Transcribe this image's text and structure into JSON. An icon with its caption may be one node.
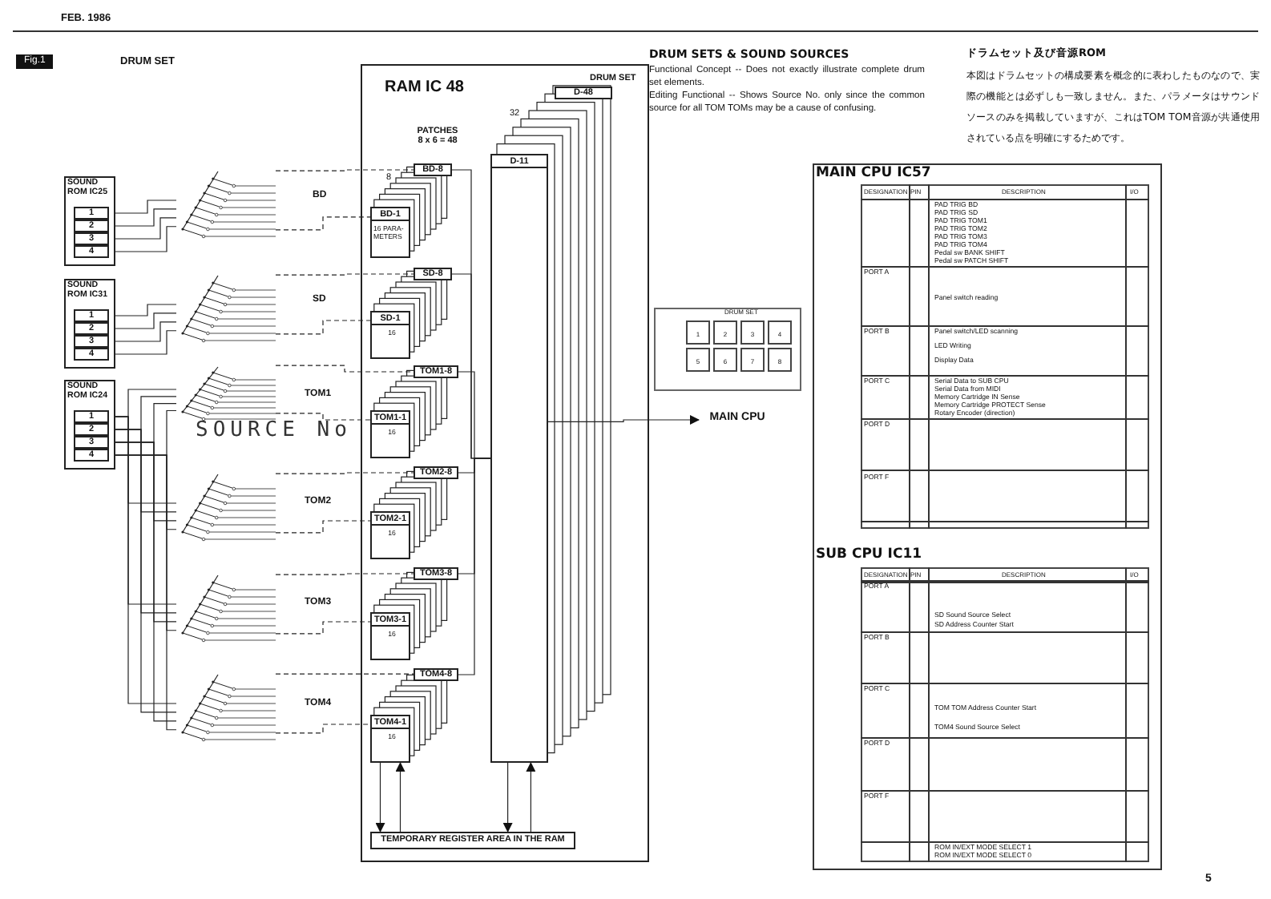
{
  "diagram": {
    "nodes": [
      {
        "text": [
          "SOUND ROM IC25"
        ]
      },
      {
        "text": [
          "1"
        ],
        "in": 0
      },
      {
        "text": [
          "2"
        ],
        "in": 0
      },
      {
        "text": [
          "3"
        ],
        "in": 0
      },
      {
        "text": [
          "4"
        ],
        "in": 0
      },
      {
        "text": [
          "SOUND ROM IC31"
        ]
      },
      {
        "text": [
          "1"
        ],
        "in": 5
      },
      {
        "text": [
          "2"
        ],
        "in": 5
      },
      {
        "text": [
          "3"
        ],
        "in": 5
      },
      {
        "text": [
          "4"
        ],
        "in": 5
      },
      {
        "text": [
          "SOUND ROM IC24"
        ]
      },
      {
        "text": [
          "1"
        ],
        "in": 10
      },
      {
        "text": [
          "2"
        ],
        "in": 10
      },
      {
        "text": [
          "3"
        ],
        "in": 10
      },
      {
        "text": [
          "4"
        ],
        "in": 10
      },
      {
        "text": [],
        "shape": "switch"
      },
      {
        "text": [],
        "shape": "switch"
      },
      {
        "text": [],
        "shape": "switch"
      },
      {
        "text": [],
        "shape": "switch"
      },
      {
        "text": [],
        "shape": "switch"
      },
      {
        "text": [],
        "shape": "switch"
      },
      {
        "text": [
          "RAM IC 48"
        ]
      },
      {
        "text": [
          "BD-8"
        ],
        "in": 21
      },
      {
        "text": [
          "BD-1",
          "16 PARA- METERS"
        ],
        "in": 21
      },
      {
        "text": [
          "SD-8"
        ],
        "in": 21
      },
      {
        "text": [
          "SD-1",
          "16"
        ],
        "in": 21
      },
      {
        "text": [
          "TOM1-8"
        ],
        "in": 21
      },
      {
        "text": [
          "TOM1-1",
          "16"
        ],
        "in": 21
      },
      {
        "text": [
          "TOM2-8"
        ],
        "in": 21
      },
      {
        "text": [
          "TOM2-1",
          "16"
        ],
        "in": 21
      },
      {
        "text": [
          "TOM3-8"
        ],
        "in": 21
      },
      {
        "text": [
          "TOM3-1",
          "16"
        ],
        "in": 21
      },
      {
        "text": [
          "TOM4-8"
        ],
        "in": 21
      },
      {
        "text": [
          "TOM4-1",
          "16"
        ],
        "in": 21
      },
      {
        "text": [
          "D-11"
        ],
        "in": 21
      },
      {
        "text": [
          "D-48"
        ],
        "in": 21
      },
      {
        "text": [
          "MAIN CPU"
        ]
      },
      {
        "text": [
          "TEMPORARY REGISTER AREA IN THE RAM"
        ],
        "in": 21
      }
    ],
    "edges": [
      {
        "from": 1,
        "to": 15,
        "arrow": "none"
      },
      {
        "from": 2,
        "to": 15,
        "arrow": "none"
      },
      {
        "from": 3,
        "to": 15,
        "arrow": "none"
      },
      {
        "from": 4,
        "to": 15,
        "arrow": "none"
      },
      {
        "from": 6,
        "to": 16,
        "arrow": "none"
      },
      {
        "from": 7,
        "to": 16,
        "arrow": "none"
      },
      {
        "from": 8,
        "to": 16,
        "arrow": "none"
      },
      {
        "from": 9,
        "to": 16,
        "arrow": "none"
      },
      {
        "from": 11,
        "to": 17,
        "arrow": "none"
      },
      {
        "from": 12,
        "to": 17,
        "arrow": "none"
      },
      {
        "from": 13,
        "to": 17,
        "arrow": "none"
      },
      {
        "from": 14,
        "to": 17,
        "arrow": "none"
      },
      {
        "from": 11,
        "to": 18,
        "arrow": "none"
      },
      {
        "from": 12,
        "to": 18,
        "arrow": "none"
      },
      {
        "from": 13,
        "to": 18,
        "arrow": "none"
      },
      {
        "from": 14,
        "to": 18,
        "arrow": "none"
      },
      {
        "from": 11,
        "to": 19,
        "arrow": "none"
      },
      {
        "from": 12,
        "to": 19,
        "arrow": "none"
      },
      {
        "from": 13,
        "to": 19,
        "arrow": "none"
      },
      {
        "from": 14,
        "to": 19,
        "arrow": "none"
      },
      {
        "from": 11,
        "to": 20,
        "arrow": "none"
      },
      {
        "from": 12,
        "to": 20,
        "arrow": "none"
      },
      {
        "from": 13,
        "to": 20,
        "arrow": "none"
      },
      {
        "from": 14,
        "to": 20,
        "arrow": "none"
      },
      {
        "from": 15,
        "to": 22,
        "arrow": "none",
        "style": "dashed"
      },
      {
        "from": 15,
        "to": 23,
        "arrow": "none",
        "style": "dashed"
      },
      {
        "from": 16,
        "to": 24,
        "arrow": "none",
        "style": "dashed"
      },
      {
        "from": 16,
        "to": 25,
        "arrow": "none",
        "style": "dashed"
      },
      {
        "from": 17,
        "to": 26,
        "arrow": "none",
        "style": "dashed"
      },
      {
        "from": 17,
        "to": 27,
        "arrow": "none",
        "style": "dashed"
      },
      {
        "from": 18,
        "to": 28,
        "arrow": "none",
        "style": "dashed"
      },
      {
        "from": 18,
        "to": 29,
        "arrow": "none",
        "style": "dashed"
      },
      {
        "from": 19,
        "to": 30,
        "arrow": "none",
        "style": "dashed"
      },
      {
        "from": 19,
        "to": 31,
        "arrow": "none",
        "style": "dashed"
      },
      {
        "from": 20,
        "to": 32,
        "arrow": "none",
        "style": "dashed"
      },
      {
        "from": 20,
        "to": 33,
        "arrow": "none",
        "style": "dashed"
      },
      {
        "from": 22,
        "to": 34,
        "arrow": "none"
      },
      {
        "from": 24,
        "to": 34,
        "arrow": "none"
      },
      {
        "from": 26,
        "to": 34,
        "arrow": "none"
      },
      {
        "from": 28,
        "to": 34,
        "arrow": "none"
      },
      {
        "from": 30,
        "to": 34,
        "arrow": "none"
      },
      {
        "from": 32,
        "to": 34,
        "arrow": "none"
      },
      {
        "from": 34,
        "to": 36,
        "arrow": "to"
      },
      {
        "from": 33,
        "to": 37,
        "arrow": "to"
      },
      {
        "from": 37,
        "to": 33,
        "arrow": "to"
      },
      {
        "from": 34,
        "to": 37,
        "arrow": "to"
      },
      {
        "from": 37,
        "to": 34,
        "arrow": "to"
      }
    ],
    "labels": [
      "FEB. 1986",
      "Fig.1",
      "DRUM SET",
      "DRUM SETS & SOUND SOURCES",
      "Functional Concept -- Does not exactly illustrate complete drum set elements.",
      "Editing Functional -- Shows Source No. only since the common source for all TOM TOMs may be a cause of confusing.",
      "ドラムセット及び音源ROM",
      "本図はドラムセットの構成要素を概念的に表わしたものなので、実際の機能とは必ずしも一致しません。また、パラメータはサウンドソースのみを掲載していますが、これはTOM TOM音源が共通使用されている点を明確にするためです。",
      "DRUM SET",
      "PATCHES 8 x 6 = 48",
      "32",
      "8",
      "BD",
      "SD",
      "TOM1",
      "SOURCE No",
      "TOM2",
      "TOM3",
      "TOM4",
      "DRUM SET",
      "1",
      "2",
      "3",
      "4",
      "5",
      "6",
      "7",
      "8",
      "MAIN CPU IC57",
      "DESIGNATION",
      "PIN",
      "DESCRIPTION",
      "I/O",
      "PAD TRIG BD",
      "PAD TRIG SD",
      "PAD TRIG TOM1",
      "PAD TRIG TOM2",
      "PAD TRIG TOM3",
      "PAD TRIG TOM4",
      "Pedal sw BANK SHIFT",
      "Pedal sw PATCH SHIFT",
      "PORT A",
      "Panel switch reading",
      "PORT B",
      "Panel switch/LED scanning",
      "LED Writing",
      "Display Data",
      "PORT C",
      "Serial Data to SUB CPU",
      "Serial Data from MIDI",
      "Memory Cartridge IN Sense",
      "Memory Cartridge PROTECT Sense",
      "Rotary Encoder (direction)",
      "PORT D",
      "PORT F",
      "SUB CPU IC11",
      "DESIGNATION",
      "PIN",
      "DESCRIPTION",
      "I/O",
      "PORT A",
      "SD Sound Source Select",
      "SD Address Counter Start",
      "PORT B",
      "PORT C",
      "TOM TOM Address Counter Start",
      "TOM4 Sound Source Select",
      "PORT D",
      "PORT F",
      "ROM IN/EXT MODE SELECT 1",
      "ROM IN/EXT MODE SELECT 0",
      "5"
    ]
  }
}
